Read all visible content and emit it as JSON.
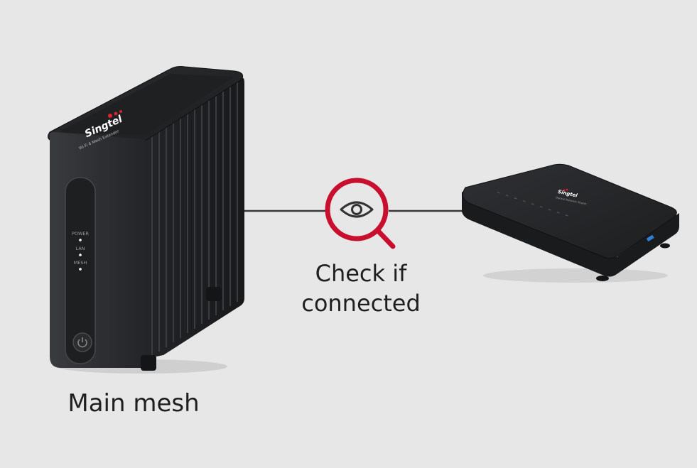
{
  "devices": {
    "mesh": {
      "brand": "Singtel",
      "model": "Wi-Fi 6 Mesh Extender",
      "leds": [
        "POWER",
        "LAN",
        "MESH"
      ],
      "caption": "Main mesh"
    },
    "router": {
      "brand": "Singtel",
      "model": "Optical Network Router"
    }
  },
  "connection": {
    "caption_line1": "Check if",
    "caption_line2": "connected",
    "icon": "eye-magnifier-icon",
    "accent": "#c8102e"
  },
  "colors": {
    "background": "#e7e7e7",
    "device_body": "#2b2c2e",
    "line": "#3a3a3a"
  }
}
